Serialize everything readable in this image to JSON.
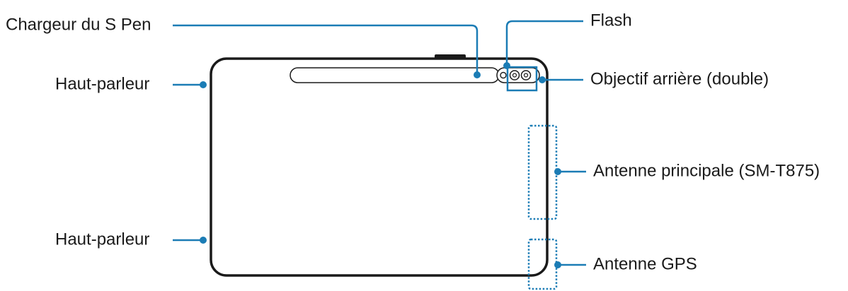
{
  "labels": {
    "spen_charger": "Chargeur du S Pen",
    "speaker_top": "Haut-parleur",
    "speaker_bottom": "Haut-parleur",
    "flash": "Flash",
    "rear_camera": "Objectif arrière (double)",
    "main_antenna": "Antenne principale (SM-T875)",
    "gps_antenna": "Antenne GPS"
  },
  "colors": {
    "accent": "#1b7cb5",
    "outline": "#1a1a1a",
    "text": "#1a1a1a"
  }
}
